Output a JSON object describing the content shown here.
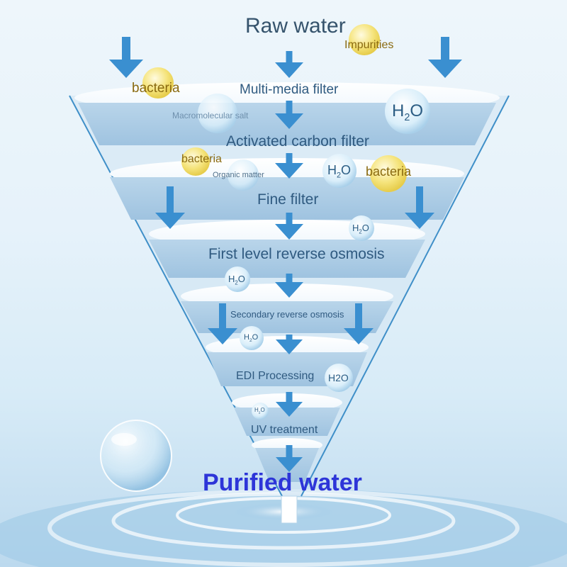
{
  "title": "Raw water",
  "output": "Purified water",
  "stages": [
    "Multi-media filter",
    "Activated carbon filter",
    "Fine filter",
    "First level reverse osmosis",
    "Secondary reverse osmosis",
    "EDI Processing",
    "UV treatment"
  ],
  "contaminants": {
    "impurities": "Impurities",
    "bacteria_1": "bacteria",
    "macromolecular_salt": "Macromolecular salt",
    "bacteria_2": "bacteria",
    "organic_matter": "Organic matter",
    "bacteria_3": "bacteria"
  },
  "molecule": {
    "base": "H",
    "sub": "2",
    "tail": "O",
    "plain": "H2O"
  },
  "colors": {
    "arrow": "#3a8fd0",
    "stage_text": "#2f5a80",
    "title_text": "#35536c",
    "output_text": "#2d35d8",
    "contaminant_text": "#8a6a10",
    "bacteria_bubble": "#f3e27a",
    "water_bubble": "#dff1fb"
  }
}
